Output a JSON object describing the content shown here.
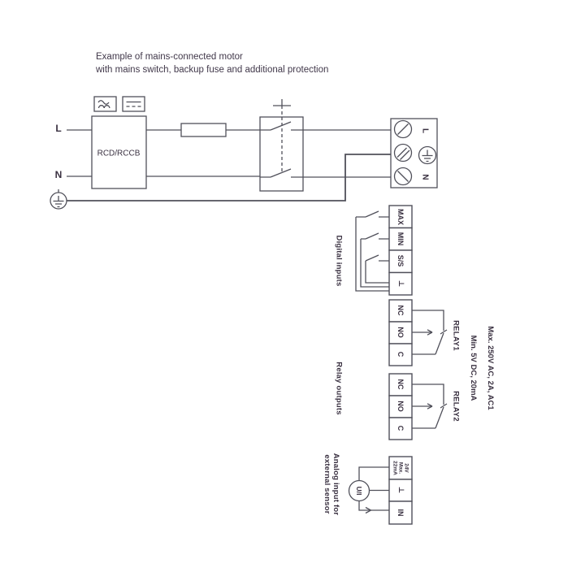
{
  "title": {
    "line1": "Example of mains-connected motor",
    "line2": "with mains switch, backup fuse and additional protection"
  },
  "mains": {
    "live_label": "L",
    "neutral_label": "N",
    "rcd_box_label": "RCD/RCCB",
    "icons": [
      "pulsating-dc-sensitivity-icon",
      "smooth-dc-sensitivity-icon",
      "earth-ground-icon",
      "screw-terminal-icon",
      "protective-earth-icon"
    ],
    "terminal": {
      "live_label": "L",
      "neutral_label": "N"
    }
  },
  "digital_inputs": {
    "section_label": "Digital inputs",
    "terminals": [
      "MAX",
      "MIN",
      "S/S",
      "⊥"
    ]
  },
  "relay_outputs": {
    "section_label": "Relay outputs",
    "terminals": [
      "NC",
      "NO",
      "C"
    ],
    "relay1_label": "RELAY1",
    "relay2_label": "RELAY2",
    "rating_line1": "Max. 250V AC, 2A, AC1",
    "rating_line2": "Min. 5V DC, 20mA"
  },
  "analog_input": {
    "section_label_line1": "Analog input for",
    "section_label_line2": "external sensor",
    "sensor_label": "U/I",
    "supply_terminal": {
      "line1": "24V",
      "line2": "Max.",
      "line3": "22mA"
    },
    "ground_terminal": "⊥",
    "input_terminal": "IN"
  },
  "colors": {
    "background": "#ffffff",
    "line": "#50505a",
    "text": "#3a3141"
  }
}
